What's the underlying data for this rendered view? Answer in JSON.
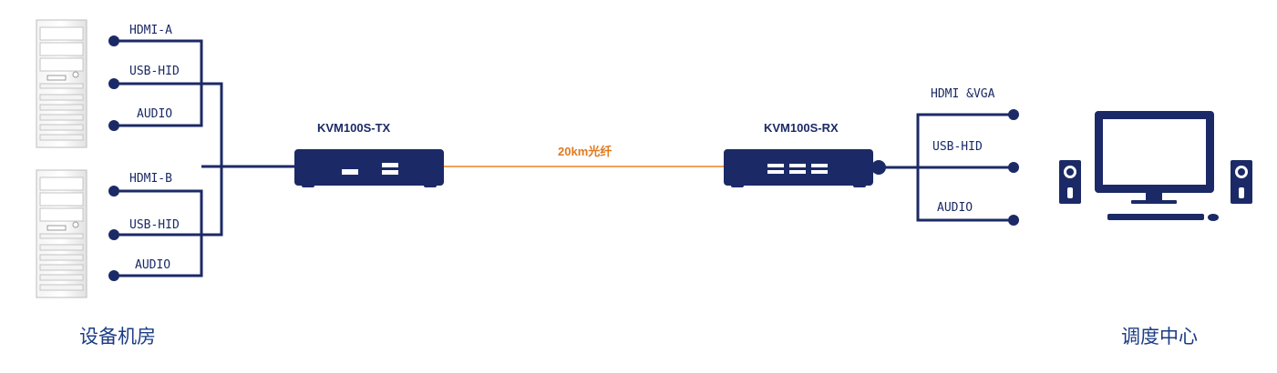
{
  "labels": {
    "tx_title": "KVM100S-TX",
    "rx_title": "KVM100S-RX",
    "fiber": "20km光纤",
    "left_room": "设备机房",
    "right_room": "调度中心"
  },
  "source_a": {
    "hdmi": "HDMI-A",
    "usb": "USB-HID",
    "audio": "AUDIO"
  },
  "source_b": {
    "hdmi": "HDMI-B",
    "usb": "USB-HID",
    "audio": "AUDIO"
  },
  "receiver_out": {
    "video": "HDMI &VGA",
    "usb": "USB-HID",
    "audio": "AUDIO"
  },
  "colors": {
    "navy": "#1b2a66",
    "fiber": "#f0a15a",
    "text_blue": "#1b3c84"
  }
}
